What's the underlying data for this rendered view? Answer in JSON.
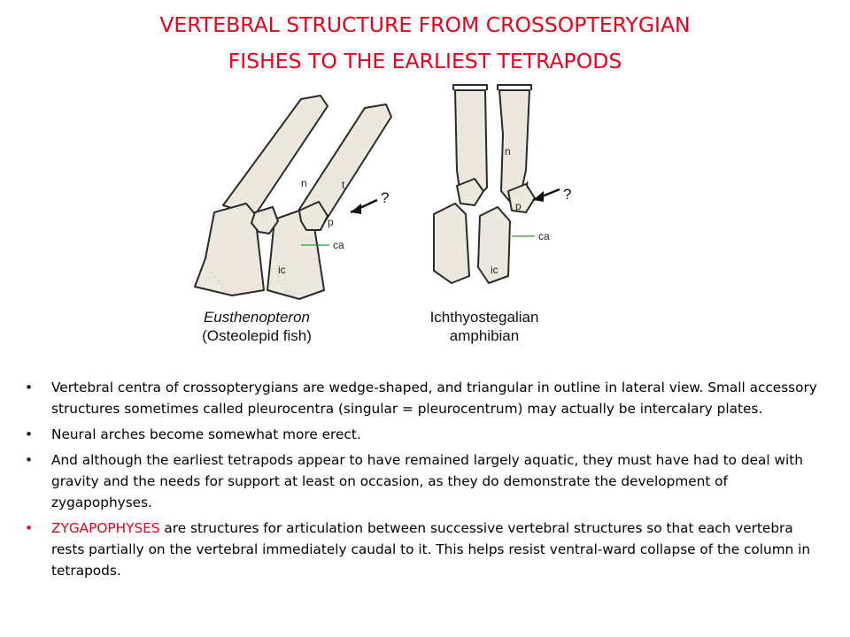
{
  "title": {
    "line1": "VERTEBRAL STRUCTURE FROM CROSSOPTERYGIAN",
    "line2": "FISHES TO THE EARLIEST TETRAPODS"
  },
  "figure": {
    "left_caption_name": "Eusthenopteron",
    "left_caption_sub": "(Osteolepid fish)",
    "right_caption_line1": "Ichthyostegalian",
    "right_caption_line2": "amphibian",
    "labels": {
      "n": "n",
      "t": "t",
      "p": "p",
      "ca": "ca",
      "ic": "ic",
      "question": "?"
    }
  },
  "bullets": [
    {
      "text": "Vertebral centra of crossopterygians are wedge-shaped, and triangular in outline in lateral view.  Small accessory structures sometimes called pleurocentra (singular = pleurocentrum) may actually be intercalary plates."
    },
    {
      "text": "Neural arches become somewhat more erect."
    },
    {
      "text": "And although the earliest tetrapods appear to have remained largely aquatic, they must have had to deal with gravity and the needs for support at least on occasion, as they do demonstrate the development of zygapophyses."
    },
    {
      "term": "ZYGAPOPHYSES",
      "text": " are structures for articulation between successive vertebral structures so that each vertebra rests partially on the vertebral immediately caudal to it.  This helps resist ventral-ward collapse of the column in tetrapods."
    }
  ],
  "colors": {
    "title": "#e8001c",
    "highlight_bullet": "#e8001c",
    "bone_fill": "#ece8de",
    "bone_stroke": "#2a2a2a"
  }
}
